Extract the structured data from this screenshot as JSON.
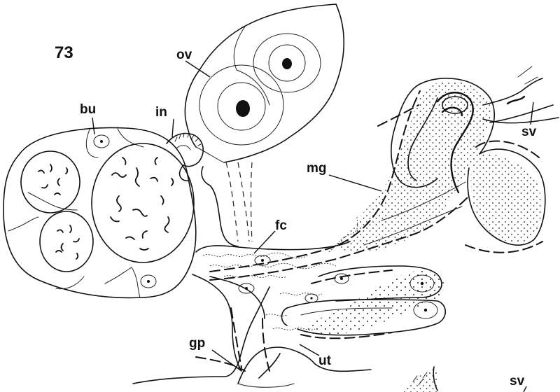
{
  "figure": {
    "number": "73",
    "labels": {
      "bu": "bu",
      "ov": "ov",
      "in": "in",
      "mg": "mg",
      "fc": "fc",
      "gp": "gp",
      "ut": "ut",
      "sv_upper": "sv",
      "sv_lower": "sv"
    }
  }
}
